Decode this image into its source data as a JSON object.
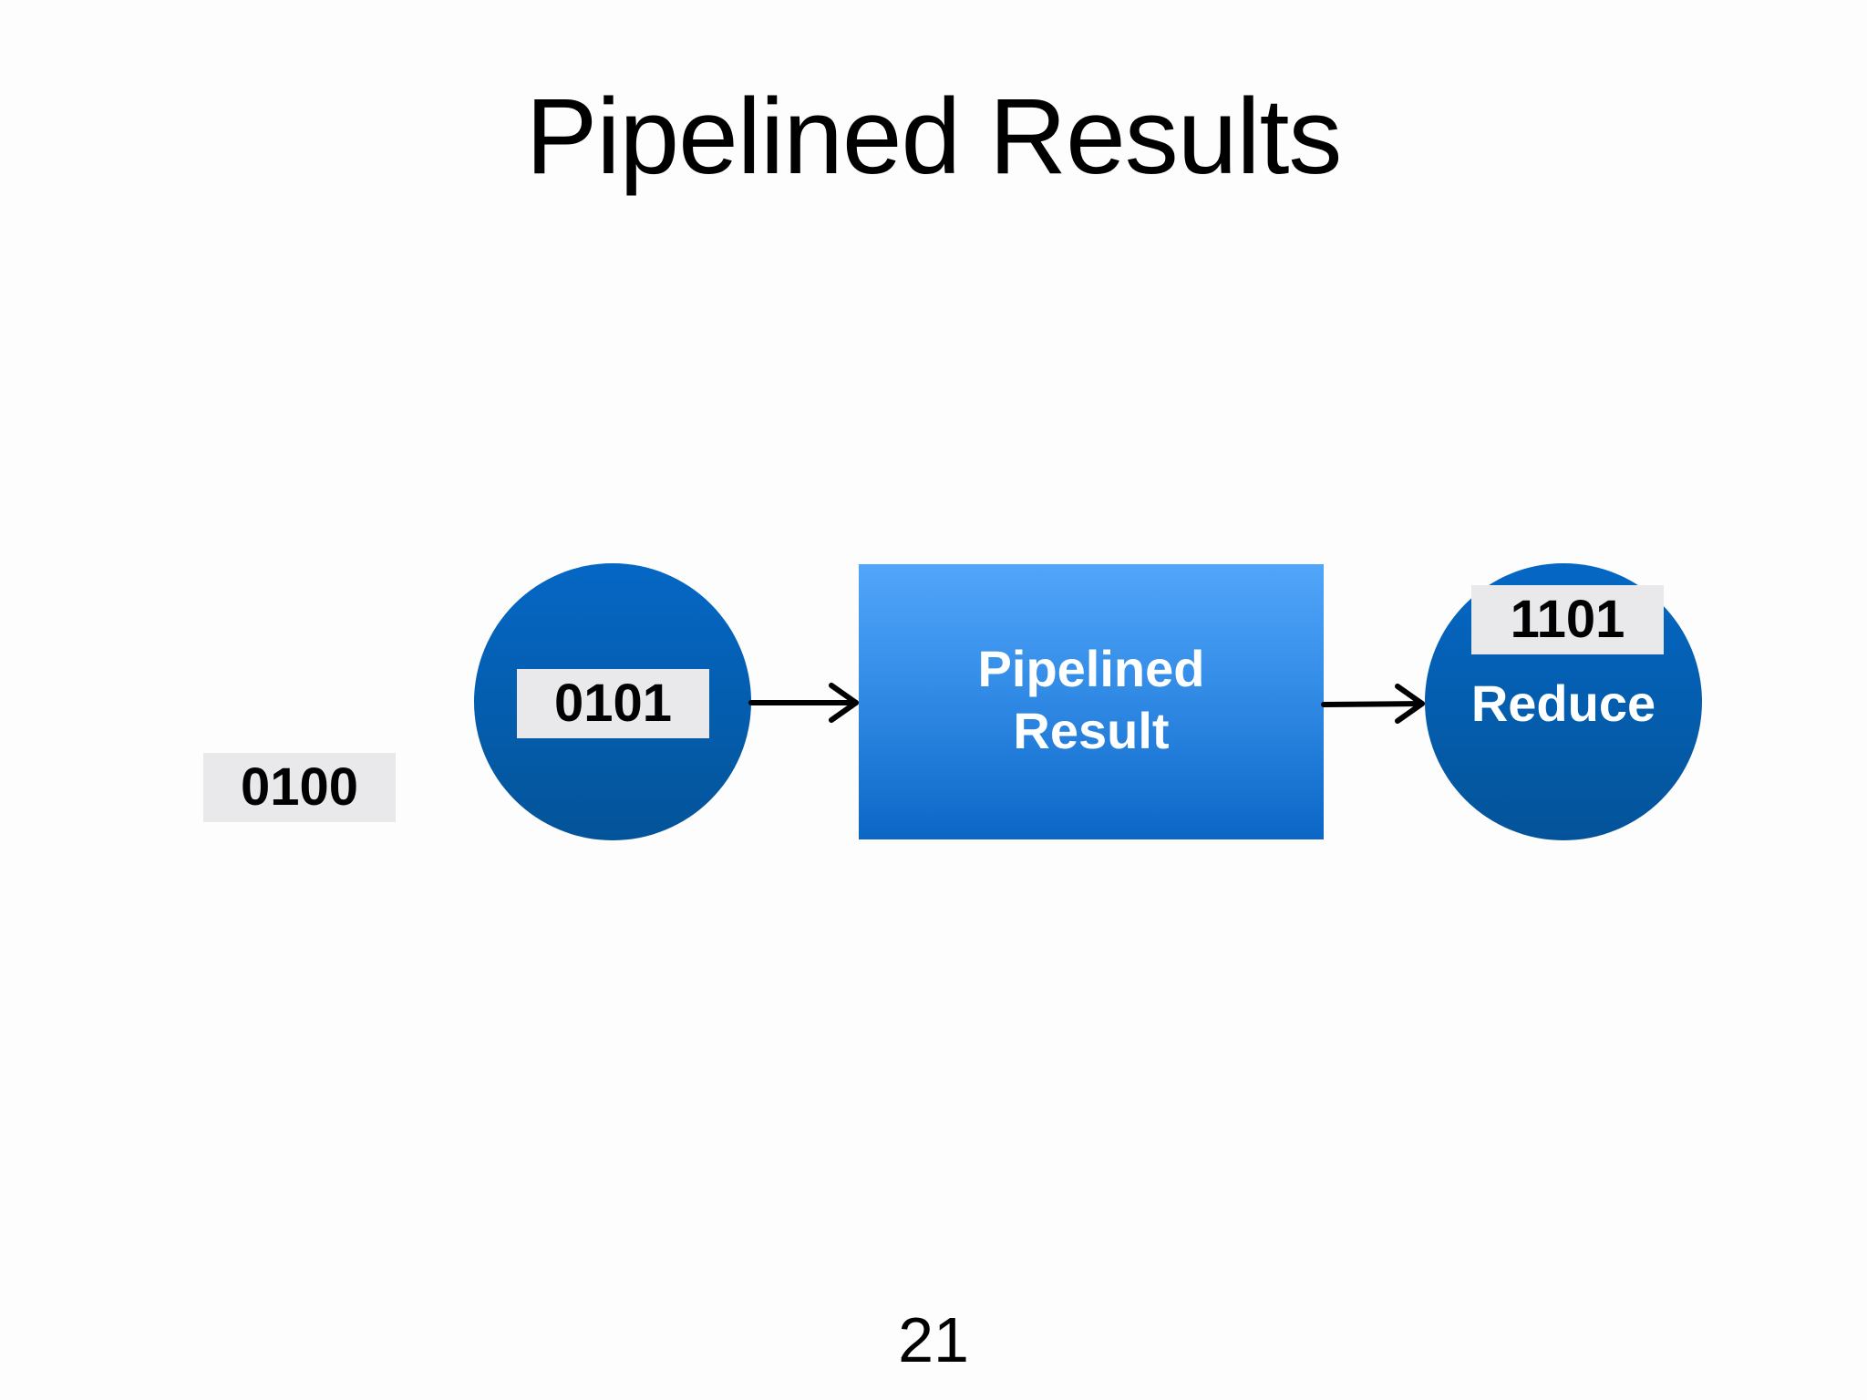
{
  "slide": {
    "title": "Pipelined Results",
    "page_number": "21"
  },
  "diagram": {
    "tokens": {
      "waiting": "0100",
      "in_stage": "0101",
      "output": "1101"
    },
    "process_box": {
      "line1": "Pipelined",
      "line2": "Result"
    },
    "reduce_node": {
      "label": "Reduce"
    },
    "colors": {
      "node_blue": "#045aa6",
      "box_blue_top": "#52a6fa",
      "box_blue_bottom": "#0b66c6",
      "token_gray": "#e9e9eb"
    }
  }
}
